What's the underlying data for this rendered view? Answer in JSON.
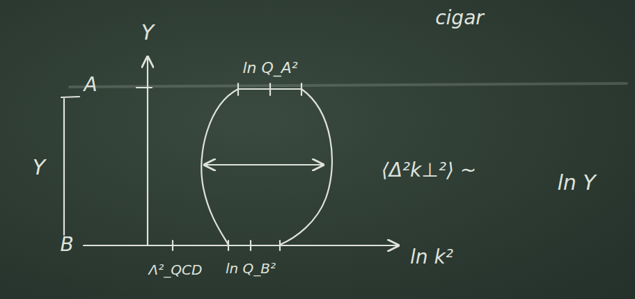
{
  "diagram": {
    "labels": [
      "cigar",
      "Y",
      "ln Q_A²",
      "A",
      "Y",
      "⟨Δ²k⊥²⟩ ~",
      "ln Y",
      "B",
      "Λ²_QCD",
      "ln Q_B²",
      "ln k²"
    ]
  }
}
